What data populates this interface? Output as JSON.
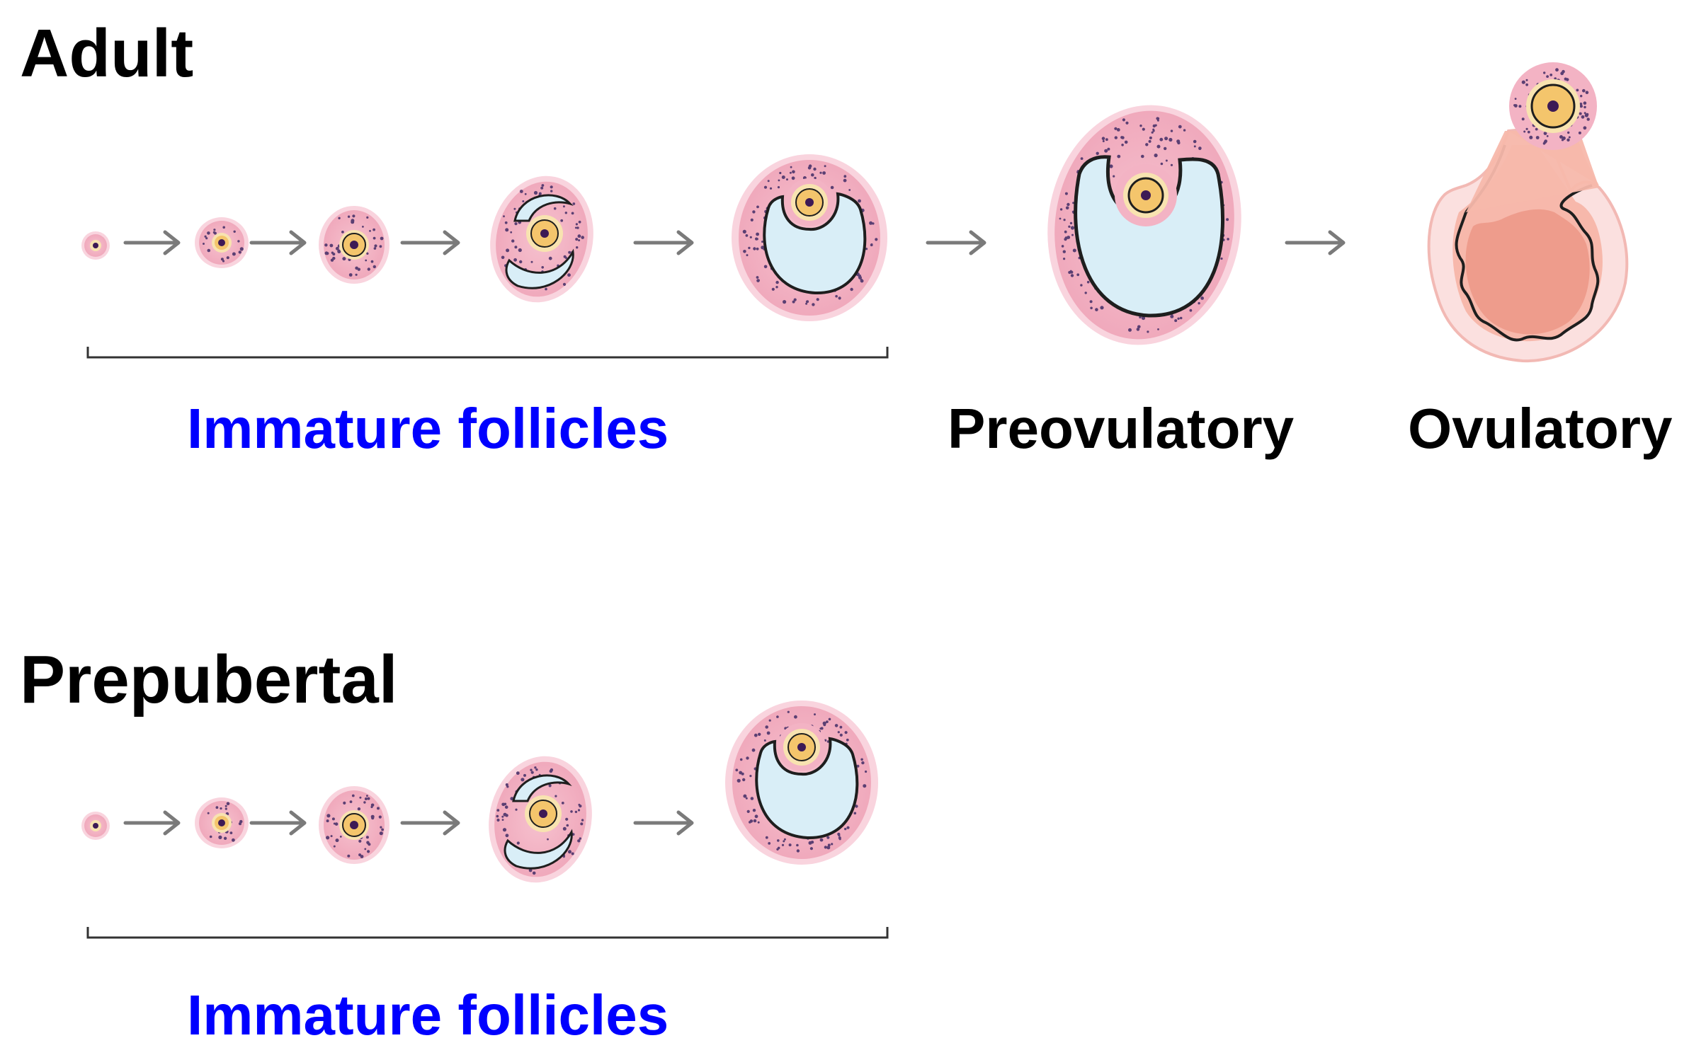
{
  "colors": {
    "follicle_fill": "#f3b3c4",
    "follicle_halo": "#f9d4de",
    "granulosa_dots": "#5b3f73",
    "antrum_fill": "#d9eef7",
    "antrum_stroke": "#1e1e1e",
    "oocyte_fill": "#f4c56c",
    "oocyte_ring": "#f8e3b0",
    "nucleus": "#3d1a55",
    "arrow": "#7a7a7a",
    "immature_label": "#0000ff",
    "stage_label": "#000000",
    "ovulated_body": "#f7b8ab",
    "ovulated_core": "#ee9c8c"
  },
  "adult": {
    "heading": "Adult",
    "follicle_stages": [
      "primordial-follicle",
      "primary-follicle",
      "secondary-follicle",
      "early-antral-follicle",
      "antral-follicle"
    ],
    "immature_label": "Immature follicles",
    "preovulatory_label": "Preovulatory",
    "ovulatory_label": "Ovulatory"
  },
  "prepubertal": {
    "heading": "Prepubertal",
    "follicle_stages": [
      "primordial-follicle",
      "primary-follicle",
      "secondary-follicle",
      "early-antral-follicle",
      "antral-follicle"
    ],
    "immature_label": "Immature follicles"
  }
}
